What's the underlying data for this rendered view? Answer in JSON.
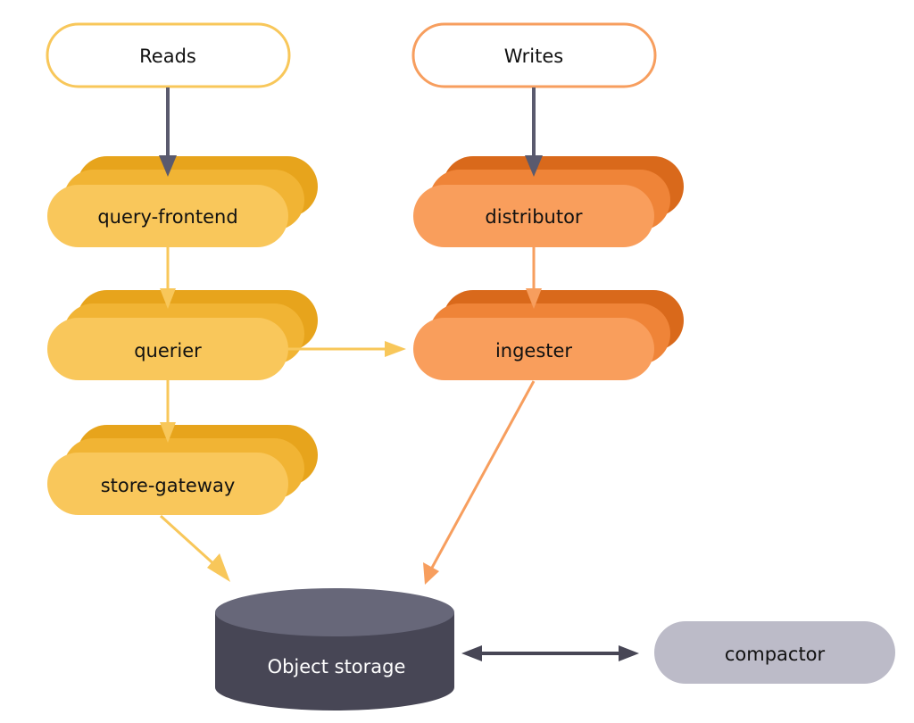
{
  "colors": {
    "reads_border": "#F8C75A",
    "writes_border": "#F79E5E",
    "yellow_front": "#F9C75B",
    "yellow_mid": "#F1B434",
    "yellow_back": "#E7A41C",
    "orange_front": "#F99E5C",
    "orange_mid": "#EF8438",
    "orange_back": "#D9691B",
    "arrow_dark": "#5A5A6E",
    "arrow_yellow": "#F8C75A",
    "arrow_orange": "#F79E5E",
    "storage_top": "#676779",
    "storage_body": "#474655",
    "compactor_fill": "#BCBBC8",
    "text_dark": "#111111",
    "text_light": "#FFFFFF"
  },
  "nodes": {
    "reads": "Reads",
    "writes": "Writes",
    "query_frontend": "query-frontend",
    "querier": "querier",
    "store_gateway": "store-gateway",
    "distributor": "distributor",
    "ingester": "ingester",
    "object_storage": "Object storage",
    "compactor": "compactor"
  },
  "edges": [
    {
      "from": "reads",
      "to": "query_frontend"
    },
    {
      "from": "query_frontend",
      "to": "querier"
    },
    {
      "from": "querier",
      "to": "store_gateway"
    },
    {
      "from": "querier",
      "to": "ingester"
    },
    {
      "from": "store_gateway",
      "to": "object_storage"
    },
    {
      "from": "writes",
      "to": "distributor"
    },
    {
      "from": "distributor",
      "to": "ingester"
    },
    {
      "from": "ingester",
      "to": "object_storage"
    },
    {
      "from": "object_storage",
      "to": "compactor",
      "bidirectional": true
    }
  ]
}
